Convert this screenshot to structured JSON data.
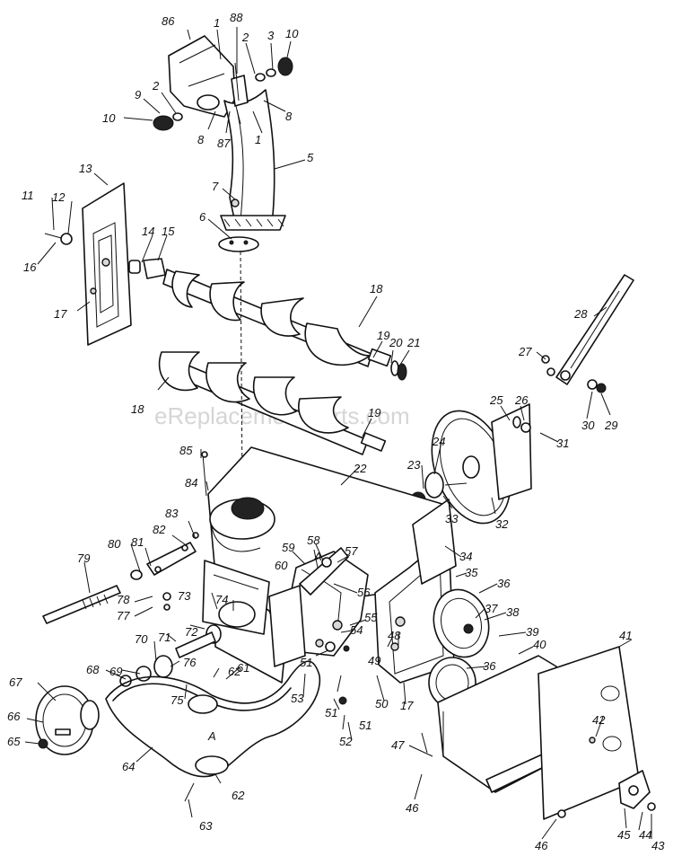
{
  "watermark": "eReplacementParts.com",
  "callouts": [
    {
      "text": "86"
    },
    {
      "text": "1"
    },
    {
      "text": "88"
    },
    {
      "text": "2"
    },
    {
      "text": "3"
    },
    {
      "text": "10"
    },
    {
      "text": "9"
    },
    {
      "text": "2"
    },
    {
      "text": "10"
    },
    {
      "text": "8"
    },
    {
      "text": "87"
    },
    {
      "text": "1"
    },
    {
      "text": "8"
    },
    {
      "text": "5"
    },
    {
      "text": "7"
    },
    {
      "text": "6"
    },
    {
      "text": "13"
    },
    {
      "text": "11"
    },
    {
      "text": "12"
    },
    {
      "text": "16"
    },
    {
      "text": "14"
    },
    {
      "text": "15"
    },
    {
      "text": "17"
    },
    {
      "text": "18"
    },
    {
      "text": "19"
    },
    {
      "text": "20"
    },
    {
      "text": "21"
    },
    {
      "text": "18"
    },
    {
      "text": "19"
    },
    {
      "text": "28"
    },
    {
      "text": "27"
    },
    {
      "text": "25"
    },
    {
      "text": "26"
    },
    {
      "text": "30"
    },
    {
      "text": "29"
    },
    {
      "text": "31"
    },
    {
      "text": "85"
    },
    {
      "text": "84"
    },
    {
      "text": "22"
    },
    {
      "text": "24"
    },
    {
      "text": "23"
    },
    {
      "text": "33"
    },
    {
      "text": "32"
    },
    {
      "text": "83"
    },
    {
      "text": "82"
    },
    {
      "text": "80"
    },
    {
      "text": "81"
    },
    {
      "text": "79"
    },
    {
      "text": "59"
    },
    {
      "text": "58"
    },
    {
      "text": "A"
    },
    {
      "text": "57"
    },
    {
      "text": "60"
    },
    {
      "text": "56"
    },
    {
      "text": "34"
    },
    {
      "text": "35"
    },
    {
      "text": "36"
    },
    {
      "text": "78"
    },
    {
      "text": "77"
    },
    {
      "text": "73"
    },
    {
      "text": "74"
    },
    {
      "text": "55"
    },
    {
      "text": "54"
    },
    {
      "text": "37"
    },
    {
      "text": "38"
    },
    {
      "text": "39"
    },
    {
      "text": "72"
    },
    {
      "text": "71"
    },
    {
      "text": "70"
    },
    {
      "text": "69"
    },
    {
      "text": "68"
    },
    {
      "text": "61"
    },
    {
      "text": "62"
    },
    {
      "text": "76"
    },
    {
      "text": "75"
    },
    {
      "text": "51"
    },
    {
      "text": "49"
    },
    {
      "text": "48"
    },
    {
      "text": "40"
    },
    {
      "text": "41"
    },
    {
      "text": "36"
    },
    {
      "text": "67"
    },
    {
      "text": "66"
    },
    {
      "text": "65"
    },
    {
      "text": "53"
    },
    {
      "text": "51"
    },
    {
      "text": "50"
    },
    {
      "text": "17"
    },
    {
      "text": "51"
    },
    {
      "text": "52"
    },
    {
      "text": "42"
    },
    {
      "text": "47"
    },
    {
      "text": "A"
    },
    {
      "text": "64"
    },
    {
      "text": "62"
    },
    {
      "text": "63"
    },
    {
      "text": "46"
    },
    {
      "text": "45"
    },
    {
      "text": "44"
    },
    {
      "text": "43"
    },
    {
      "text": "46"
    }
  ]
}
